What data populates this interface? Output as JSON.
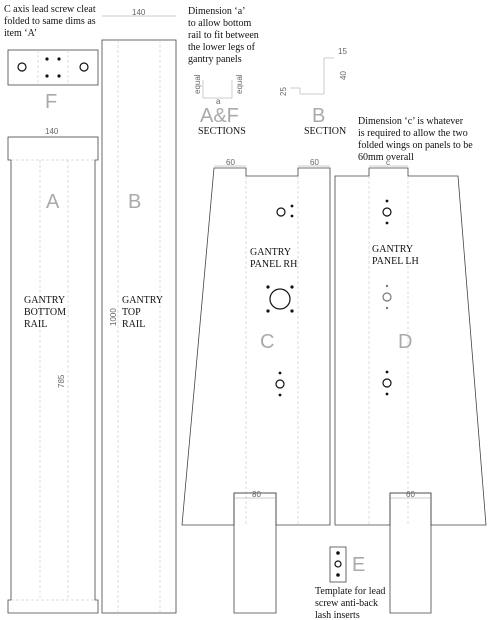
{
  "notes": {
    "cleat": [
      "C axis lead screw cleat",
      "folded to same dims as",
      "item ‘A’"
    ],
    "dim_a": [
      "Dimension ‘a’",
      "to allow bottom",
      "rail to fit between",
      "the lower legs of",
      "gantry panels"
    ],
    "dim_c": [
      "Dimension ‘c’ is whatever",
      "is required to allow the two",
      "folded wings on panels to be",
      "60mm overall"
    ],
    "template": [
      "Template for lead",
      "screw anti-back",
      "lash inserts"
    ]
  },
  "sections": {
    "af_title": "A&F",
    "af_sub": "SECTIONS",
    "af_dim": "a",
    "af_side_l": "equal",
    "af_side_r": "equal",
    "b_title": "B",
    "b_sub": "SECTION",
    "b_dim_15": "15",
    "b_dim_40": "40",
    "b_dim_25": "25"
  },
  "parts": {
    "F": {
      "letter": "F"
    },
    "A": {
      "letter": "A",
      "name": [
        "GANTRY",
        "BOTTOM",
        "RAIL"
      ],
      "width_dim": "140",
      "length_dim": "785"
    },
    "B": {
      "letter": "B",
      "name": [
        "GANTRY",
        "TOP",
        "RAIL"
      ],
      "width_dim": "140",
      "length_dim": "1000"
    },
    "C": {
      "letter": "C",
      "name": [
        "GANTRY",
        "PANEL RH"
      ],
      "top_tab": "60",
      "top_tab2": "60",
      "bottom_tab": "80"
    },
    "D": {
      "letter": "D",
      "name": [
        "GANTRY",
        "PANEL LH"
      ],
      "top_tab_c": "c",
      "bottom_tab": "60"
    },
    "E": {
      "letter": "E"
    }
  }
}
